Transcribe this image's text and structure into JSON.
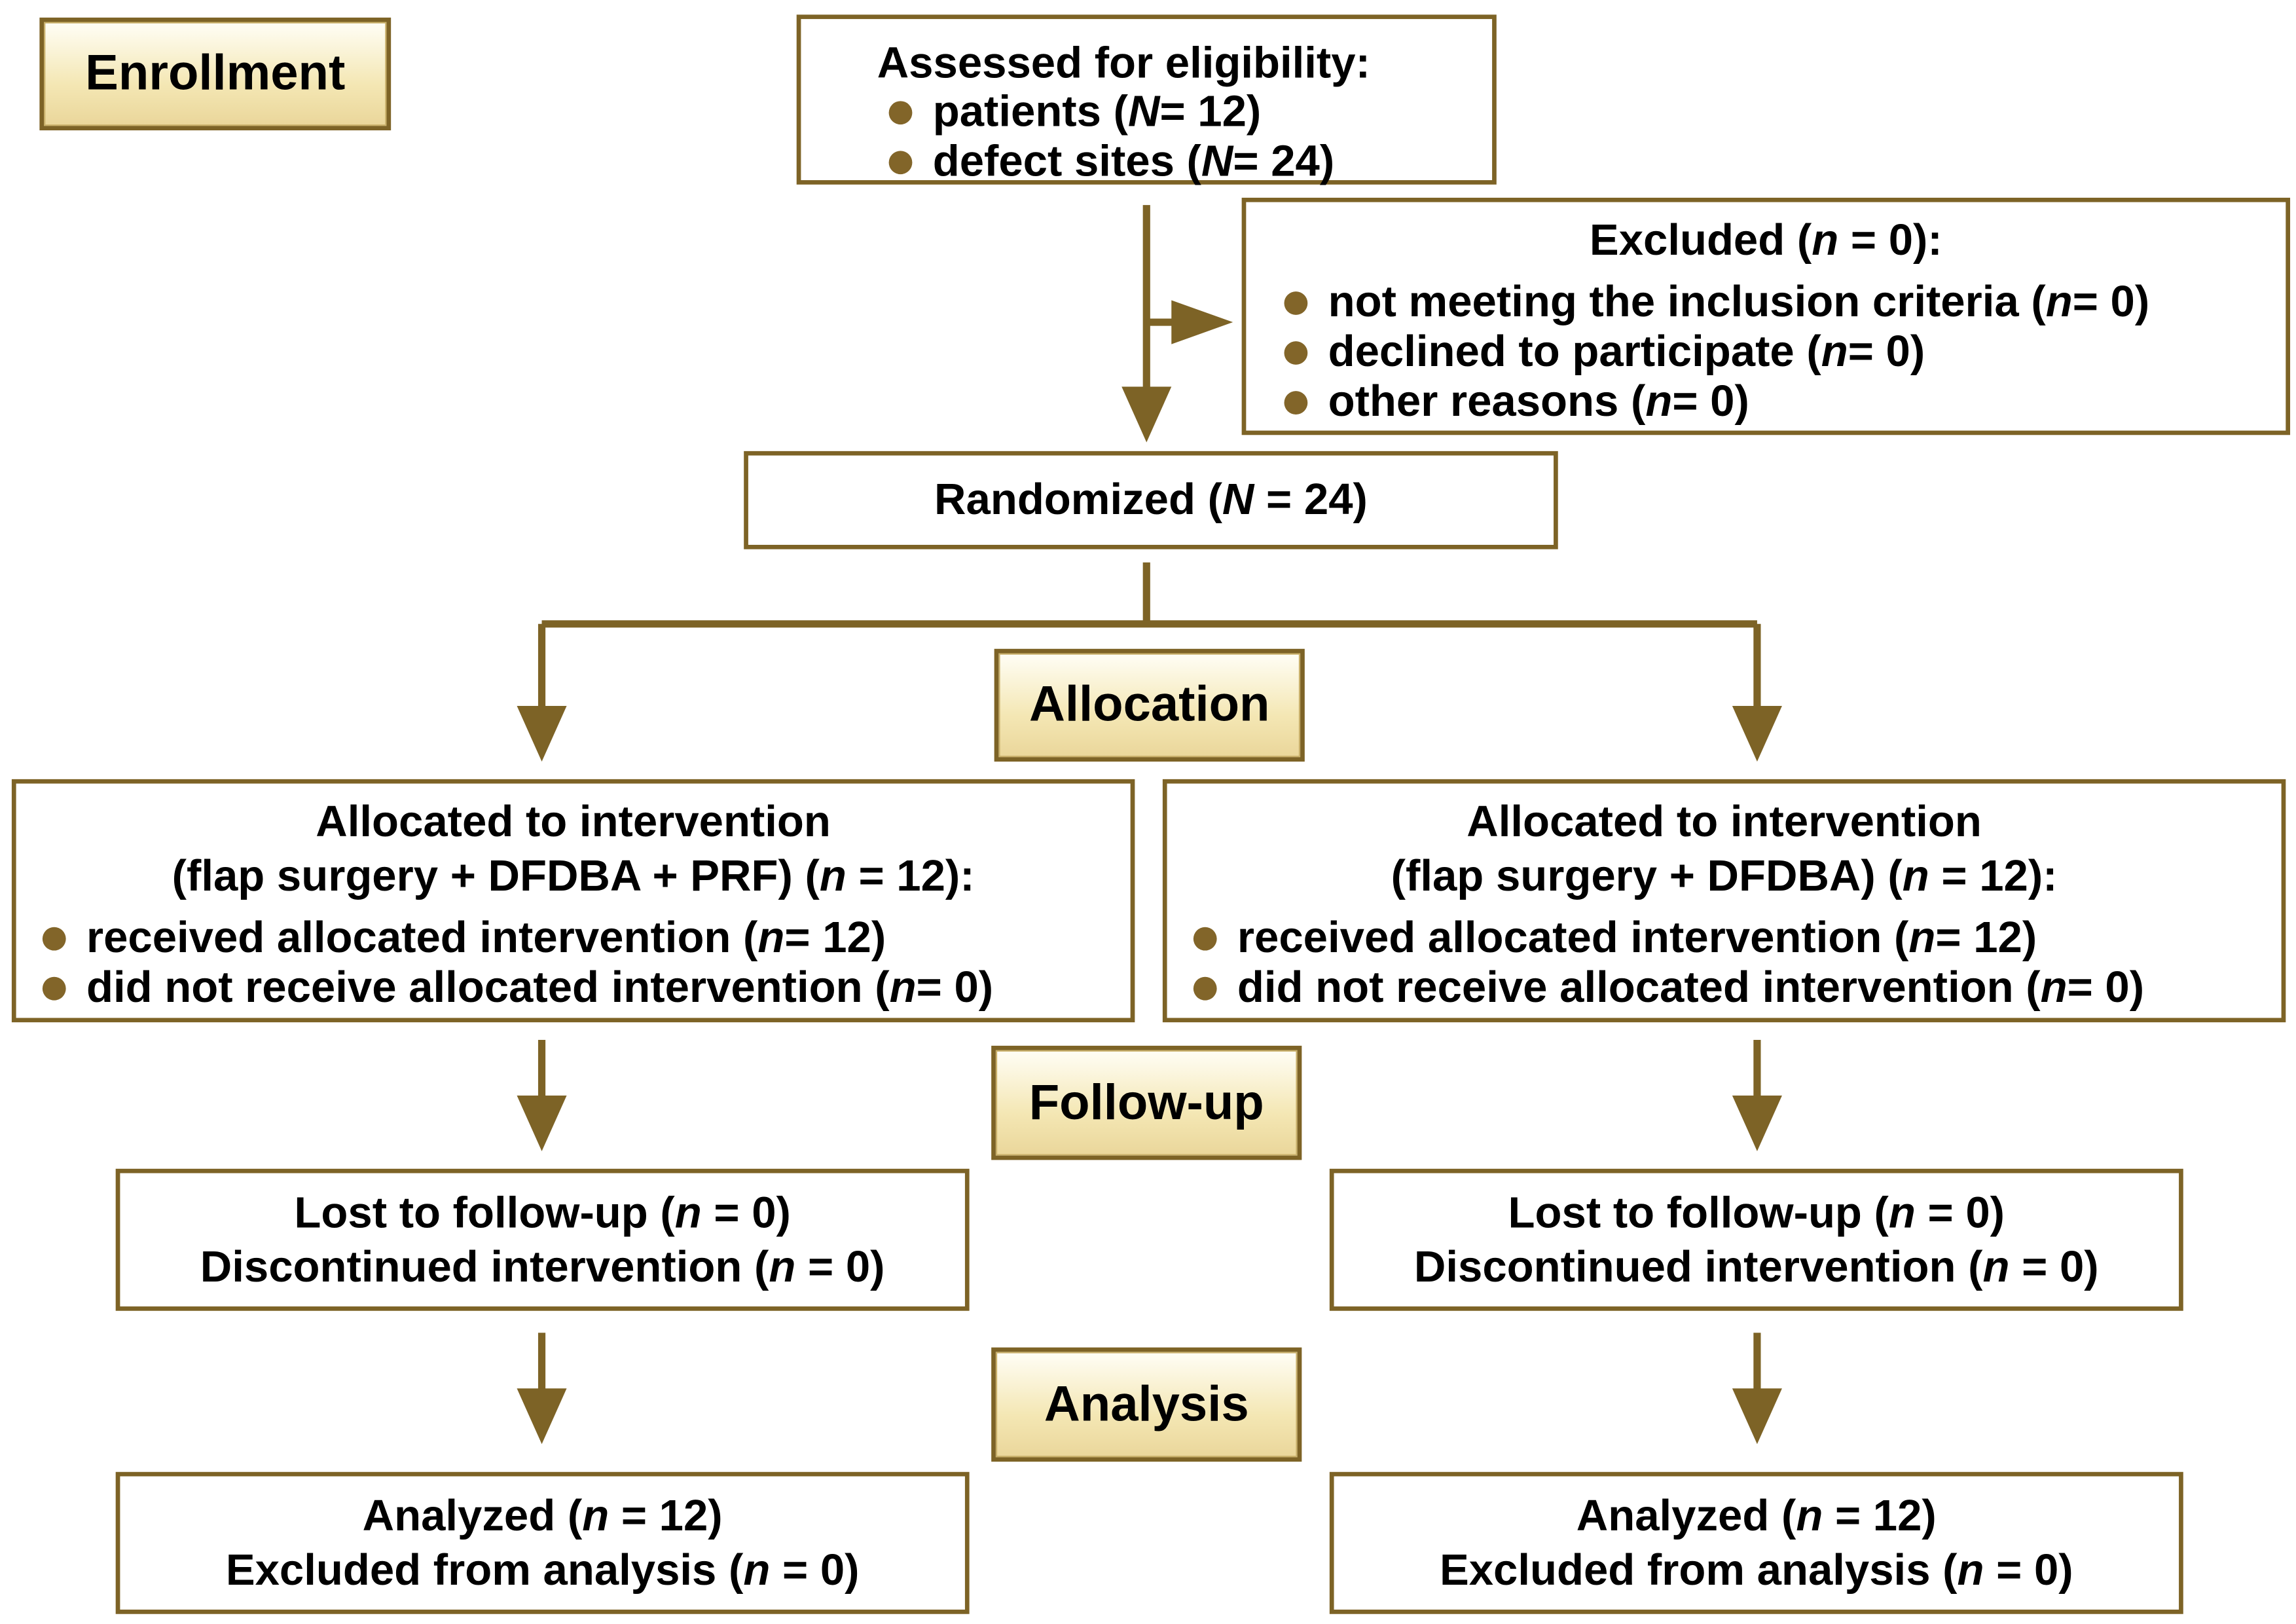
{
  "colors": {
    "border": "#7d6326",
    "accent": "#826529",
    "label_fill": "#f4e7b4"
  },
  "stages": {
    "enrollment": "Enrollment",
    "allocation": "Allocation",
    "follow_up": "Follow-up",
    "analysis": "Analysis"
  },
  "eligibility": {
    "title": "Assessed for eligibility:",
    "patients_label": "patients (",
    "patients_n": "N",
    "patients_value": " = 12)",
    "sites_label": "defect sites (",
    "sites_n": "N",
    "sites_value": " = 24)"
  },
  "excluded": {
    "title": "Excluded (",
    "title_n": "n",
    "title_value": " = 0):",
    "items": [
      {
        "label": "not meeting the inclusion criteria (",
        "n": "n",
        "value": " = 0)"
      },
      {
        "label": "declined to participate (",
        "n": "n",
        "value": " = 0)"
      },
      {
        "label": "other reasons (",
        "n": "n",
        "value": " = 0)"
      }
    ]
  },
  "randomized": {
    "label": "Randomized (",
    "n": "N",
    "value": " = 24)"
  },
  "arms": [
    {
      "title": "Allocated to intervention",
      "subtitle": "(flap surgery + DFDBA + PRF) (",
      "subtitle_n": "n",
      "subtitle_value": " = 12):",
      "received_label": "received allocated intervention (",
      "received_n": "n",
      "received_value": " = 12)",
      "not_received_label": "did not receive allocated intervention (",
      "not_received_n": "n",
      "not_received_value": " = 0)",
      "lost_label": "Lost to follow-up (",
      "lost_n": "n",
      "lost_value": " = 0)",
      "discontinued_label": "Discontinued intervention (",
      "discontinued_n": "n",
      "discontinued_value": " = 0)",
      "analyzed_label": "Analyzed (",
      "analyzed_n": "n",
      "analyzed_value": " = 12)",
      "excluded_label": "Excluded from analysis (",
      "excluded_n": "n",
      "excluded_value": " = 0)"
    },
    {
      "title": "Allocated to intervention",
      "subtitle": "(flap surgery + DFDBA) (",
      "subtitle_n": "n",
      "subtitle_value": " = 12):",
      "received_label": "received allocated intervention (",
      "received_n": "n",
      "received_value": " = 12)",
      "not_received_label": "did not receive allocated intervention (",
      "not_received_n": "n",
      "not_received_value": " = 0)",
      "lost_label": "Lost to follow-up (",
      "lost_n": "n",
      "lost_value": " = 0)",
      "discontinued_label": "Discontinued intervention (",
      "discontinued_n": "n",
      "discontinued_value": " = 0)",
      "analyzed_label": "Analyzed (",
      "analyzed_n": "n",
      "analyzed_value": " = 12)",
      "excluded_label": "Excluded from analysis (",
      "excluded_n": "n",
      "excluded_value": " = 0)"
    }
  ]
}
